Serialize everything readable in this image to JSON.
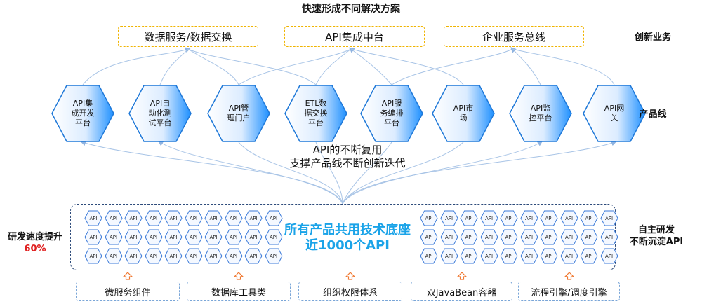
{
  "title": "快速形成不同解决方案",
  "business": {
    "label": "创新业务",
    "items": [
      "数据服务/数据交换",
      "API集成中台",
      "企业服务总线"
    ]
  },
  "product_line": {
    "label": "产品线",
    "items": [
      {
        "lines": [
          "API集",
          "成开发",
          "平台"
        ]
      },
      {
        "lines": [
          "API自",
          "动化测",
          "试平台"
        ]
      },
      {
        "lines": [
          "API管",
          "理门户"
        ]
      },
      {
        "lines": [
          "ETL数",
          "据交换",
          "平台"
        ]
      },
      {
        "lines": [
          "API服",
          "务编排",
          "平台"
        ]
      },
      {
        "lines": [
          "API市",
          "场"
        ]
      },
      {
        "lines": [
          "API监",
          "控平台"
        ]
      },
      {
        "lines": [
          "API网",
          "关"
        ]
      }
    ]
  },
  "reuse_caption": {
    "line1": "API的不断复用",
    "line2": "支撑产品线不断创新迭代"
  },
  "foundation": {
    "api_label": "API",
    "line1": "所有产品共用技术底座",
    "line2": "近1000个API"
  },
  "right_label": {
    "line1": "自主研发",
    "line2": "不断沉淀API"
  },
  "left_label": {
    "line1": "研发速度提升",
    "line2": "60%"
  },
  "tools": [
    "微服务组件",
    "数据库工具类",
    "组织权限体系",
    "双JavaBean容器",
    "流程引擎/调度引擎"
  ],
  "colors": {
    "hex_gradient_start": "#ffffff",
    "hex_gradient_end": "#1e90ff",
    "accent_text": "#1aa3e8",
    "highlight": "#e02020",
    "business_border": "#f0b400",
    "arrow": "#f07830"
  }
}
